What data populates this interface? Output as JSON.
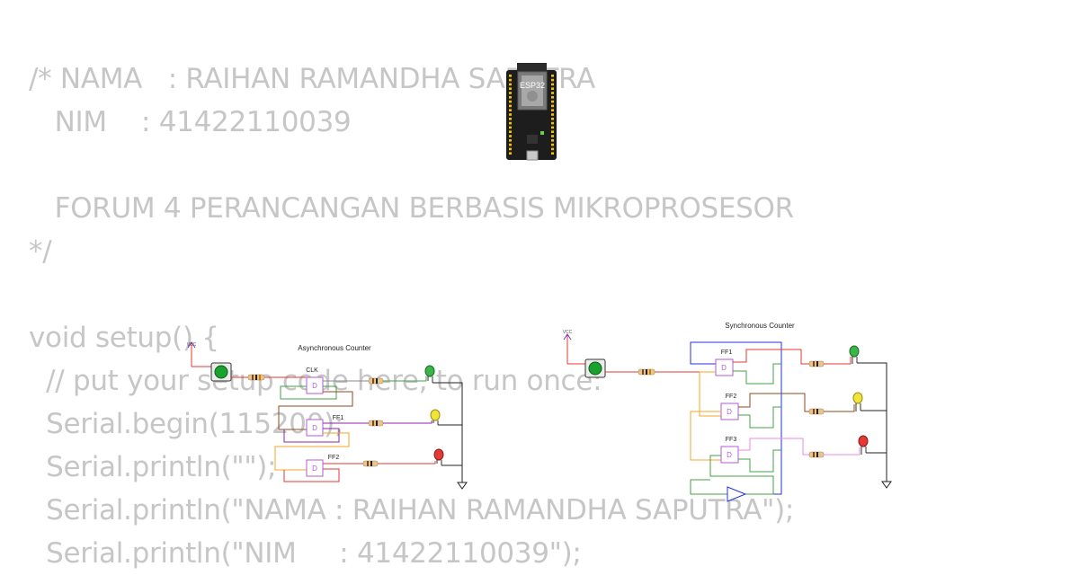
{
  "code": {
    "lines": [
      "/* NAMA   : RAIHAN RAMANDHA SAPUTRA",
      "   NIM    : 41422110039",
      "",
      "   FORUM 4 PERANCANGAN BERBASIS MIKROPROSESOR",
      "*/",
      "",
      "void setup() {",
      "  // put your setup code here, to run once:",
      "  Serial.begin(115200);",
      "  Serial.println(\"\");",
      "  Serial.println(\"NAMA : RAIHAN RAMANDHA SAPUTRA\");",
      "  Serial.println(\"NIM     : 41422110039\");"
    ]
  },
  "board": {
    "label": "ESP32"
  },
  "async_counter": {
    "title": "Asynchronous Counter",
    "vcc_label": "VCC",
    "ff_labels": [
      "CLK",
      "FF1",
      "FF2"
    ],
    "led_colors": [
      "green",
      "yellow",
      "red"
    ]
  },
  "sync_counter": {
    "title": "Synchronous Counter",
    "vcc_label": "VCC",
    "ff_labels": [
      "FF1",
      "FF2",
      "FF3"
    ],
    "led_colors": [
      "green",
      "yellow",
      "red"
    ]
  },
  "colors": {
    "code_text": "#c6c6c6",
    "wire_red": "#e53935",
    "wire_green": "#43a047",
    "wire_purple": "#8e24aa",
    "wire_orange": "#f5a623",
    "wire_brown": "#8d4a1f",
    "wire_blue": "#2233dd",
    "wire_pink": "#e98be0",
    "wire_black": "#222222",
    "flipflop_outline": "#b25bd6"
  }
}
